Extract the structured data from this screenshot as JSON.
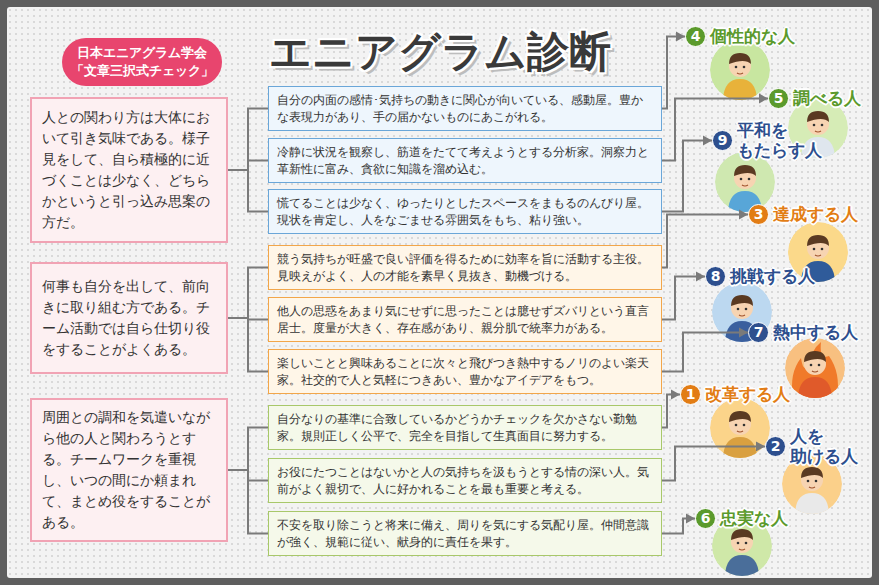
{
  "diagram": {
    "title": "エニアグラム診断",
    "nodes": [
      {
        "text": [
          "日本エニアグラム学会 「文章三択式チェック」"
        ]
      },
      {
        "text": [
          "人との関わり方は大体において引き気味である。様子見をして、自ら積極的に近づくことは少なく、どちらかというと引っ込み思案の方だ。"
        ]
      },
      {
        "text": [
          "何事も自分を出して、前向きに取り組む方である。チーム活動では自ら仕切り役をすることがよくある。"
        ]
      },
      {
        "text": [
          "周囲との調和を気遣いながら他の人と関わろうとする。チームワークを重視し、いつの間にか頼まれて、まとめ役をすることがある。"
        ]
      },
      {
        "text": [
          "自分の内面の感情･気持ちの動きに関心が向いている、感動屋。豊かな表現力があり、手の届かないものにあこがれる。"
        ]
      },
      {
        "text": [
          "冷静に状況を観察し、筋道をたてて考えようとする分析家。洞察力と革新性に富み、貪欲に知識を溜め込む。"
        ]
      },
      {
        "text": [
          "慌てることは少なく、ゆったりとしたスペースをまもるのんびり屋。現状を肯定し、人をなごませる雰囲気をもち、粘り強い。"
        ]
      },
      {
        "text": [
          "競う気持ちが旺盛で良い評価を得るために効率を旨に活動する主役。見映えがよく、人の才能を素早く見抜き、動機づける。"
        ]
      },
      {
        "text": [
          "他人の思惑をあまり気にせずに思ったことは臆せずズバリという直言居士。度量が大きく、存在感があり、親分肌で統率力がある。"
        ]
      },
      {
        "text": [
          "楽しいことと興味あることに次々と飛びつき熱中するノリのよい楽天家。社交的で人と気軽につきあい、豊かなアイデアをもつ。"
        ]
      },
      {
        "text": [
          "自分なりの基準に合致しているかどうかチェックを欠かさない勤勉家。規則正しく公平で、完全を目指して生真面目に努力する。"
        ]
      },
      {
        "text": [
          "お役にたつことはないかと人の気持ちを汲もうとする情の深い人。気前がよく親切で、人に好かれることを最も重要と考える。"
        ]
      },
      {
        "text": [
          "不安を取り除こうと将来に備え、周りを気にする気配り屋。仲間意識が強く、規範に従い、献身的に責任を果す。"
        ]
      },
      {
        "text": [
          "4",
          "個性的な人"
        ]
      },
      {
        "text": [
          "5",
          "調べる人"
        ]
      },
      {
        "text": [
          "9",
          "平和を もたらす人"
        ]
      },
      {
        "text": [
          "3",
          "達成する人"
        ]
      },
      {
        "text": [
          "8",
          "挑戦する人"
        ]
      },
      {
        "text": [
          "7",
          "熱中する人"
        ]
      },
      {
        "text": [
          "1",
          "改革する人"
        ]
      },
      {
        "text": [
          "2",
          "人を 助ける人"
        ]
      },
      {
        "text": [
          "6",
          "忠実な人"
        ]
      }
    ],
    "edges": [
      {
        "from": 1,
        "to": 4,
        "arrow": "none"
      },
      {
        "from": 1,
        "to": 5,
        "arrow": "none"
      },
      {
        "from": 1,
        "to": 6,
        "arrow": "none"
      },
      {
        "from": 2,
        "to": 7,
        "arrow": "none"
      },
      {
        "from": 2,
        "to": 8,
        "arrow": "none"
      },
      {
        "from": 2,
        "to": 9,
        "arrow": "none"
      },
      {
        "from": 3,
        "to": 10,
        "arrow": "none"
      },
      {
        "from": 3,
        "to": 11,
        "arrow": "none"
      },
      {
        "from": 3,
        "to": 12,
        "arrow": "none"
      },
      {
        "from": 4,
        "to": 13,
        "arrow": "to"
      },
      {
        "from": 5,
        "to": 14,
        "arrow": "to"
      },
      {
        "from": 6,
        "to": 15,
        "arrow": "to"
      },
      {
        "from": 7,
        "to": 16,
        "arrow": "to"
      },
      {
        "from": 8,
        "to": 17,
        "arrow": "to"
      },
      {
        "from": 9,
        "to": 18,
        "arrow": "to"
      },
      {
        "from": 10,
        "to": 19,
        "arrow": "to"
      },
      {
        "from": 11,
        "to": 20,
        "arrow": "to"
      },
      {
        "from": 12,
        "to": 21,
        "arrow": "to"
      }
    ]
  }
}
